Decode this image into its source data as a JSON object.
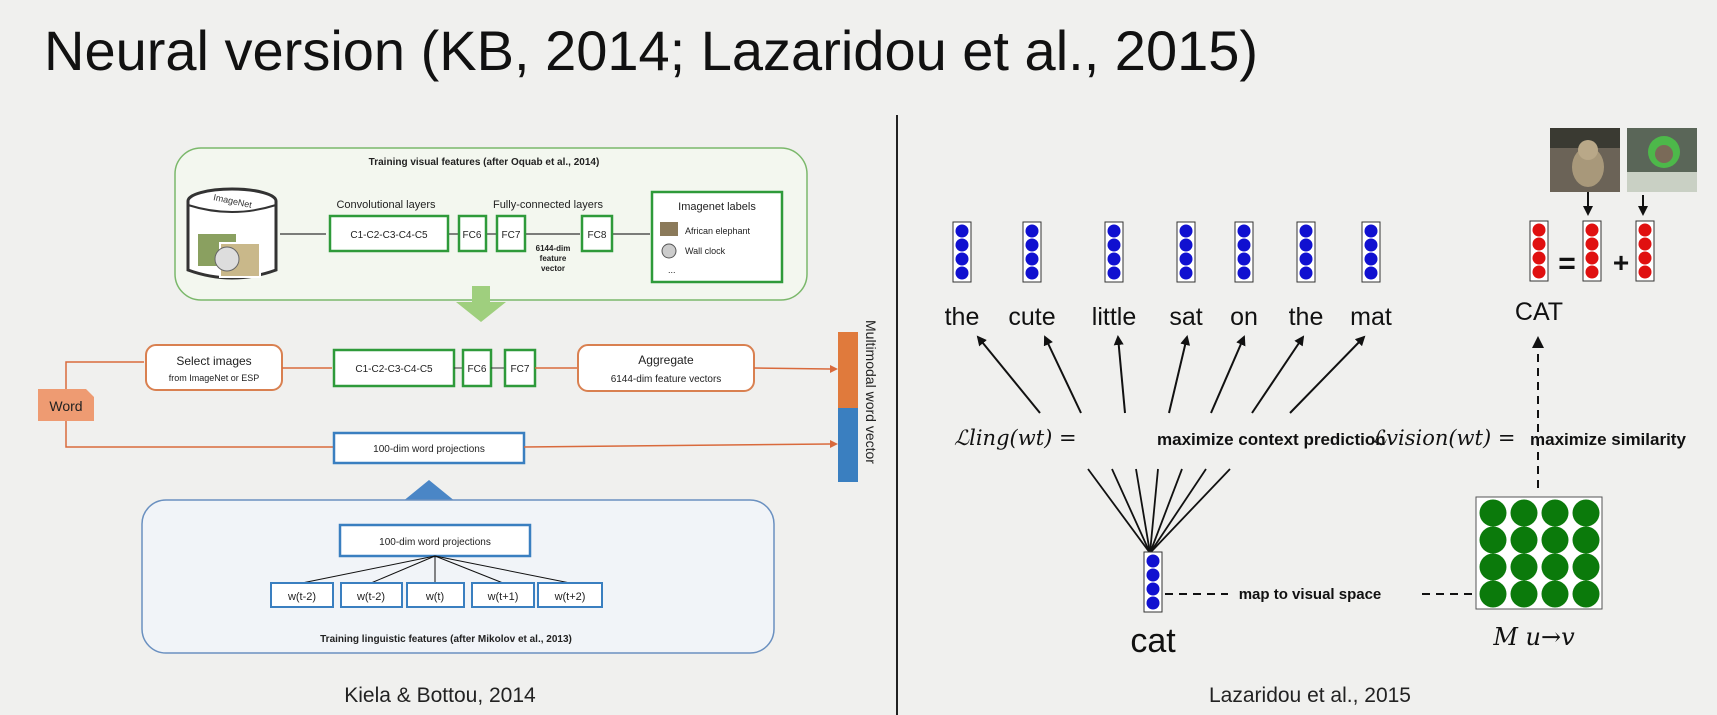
{
  "title": "Neural version (KB, 2014; Lazaridou et al., 2015)",
  "left": {
    "visual_title": "Training visual features (after Oquab et al., 2014)",
    "db_label": "ImageNet",
    "conv_label": "Convolutional layers",
    "fc_label": "Fully-connected layers",
    "conv_box": "C1-C2-C3-C4-C5",
    "fc6": "FC6",
    "fc7": "FC7",
    "fc8": "FC8",
    "feature_dim": [
      "6144-dim",
      "feature",
      "vector"
    ],
    "labels_title": "Imagenet labels",
    "label_items": [
      "African elephant",
      "Wall clock",
      "..."
    ],
    "word": "Word",
    "select_images": [
      "Select images",
      "from ImageNet or ESP"
    ],
    "aggregate": [
      "Aggregate",
      "6144-dim feature vectors"
    ],
    "word_proj": "100-dim word projections",
    "multimodal": "Multimodal word vector",
    "ling_proj": "100-dim word projections",
    "context_words": [
      "w(t-2)",
      "w(t-2)",
      "w(t)",
      "w(t+1)",
      "w(t+2)"
    ],
    "ling_title": "Training linguistic features (after Mikolov et al., 2013)",
    "caption": "Kiela & Bottou, 2014",
    "colors": {
      "green": "#3c9a3c",
      "orange": "#e07a3c",
      "blue": "#3a7fc0"
    }
  },
  "right": {
    "context_words": [
      "the",
      "cute",
      "little",
      "sat",
      "on",
      "the",
      "mat"
    ],
    "center_word": "cat",
    "cat_label": "CAT",
    "ling_formula": "ℒling(wt) = ",
    "ling_text": "maximize context prediction",
    "vision_formula": "ℒvision(wt) = ",
    "vision_text": "maximize similarity",
    "map_text": "map to visual space",
    "matrix_label": "M u→v",
    "caption": "Lazaridou et al., 2015",
    "colors": {
      "blue": "#1010d0",
      "red": "#e01010",
      "green": "#0b7a0b"
    }
  }
}
